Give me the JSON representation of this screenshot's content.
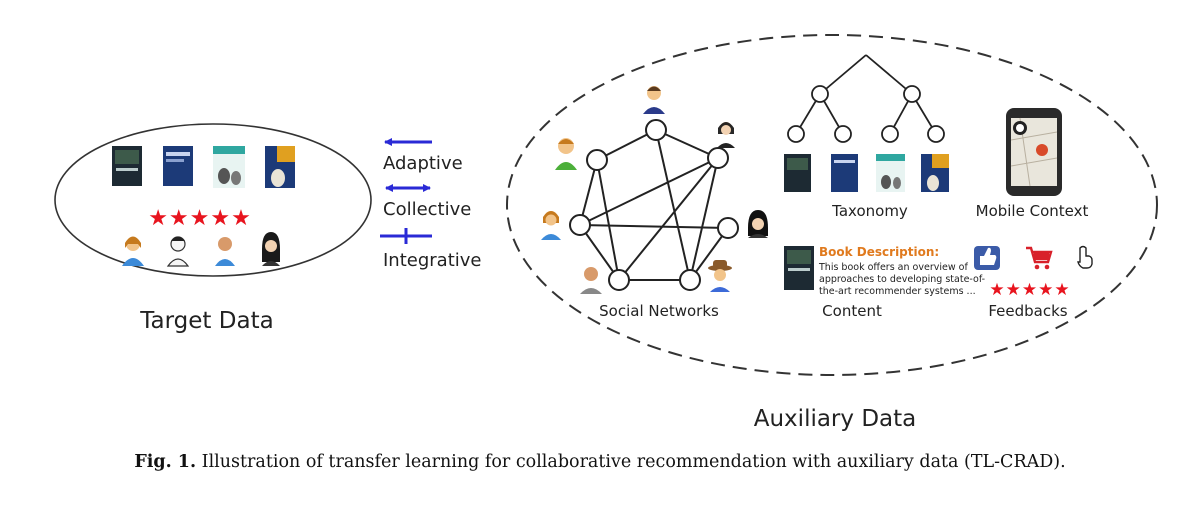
{
  "target": {
    "label": "Target Data",
    "rating": "★★★★★"
  },
  "methods": [
    {
      "label": "Adaptive"
    },
    {
      "label": "Collective"
    },
    {
      "label": "Integrative"
    }
  ],
  "auxiliary": {
    "label": "Auxiliary Data",
    "social_label": "Social Networks",
    "taxonomy_label": "Taxonomy",
    "mobile_label": "Mobile Context",
    "content_label": "Content",
    "feedbacks_label": "Feedbacks",
    "feedback_rating": "★★★★★",
    "book_description_title": "Book Description:",
    "book_description_lines": [
      "This book offers an overview of",
      "approaches to developing state-of-",
      "the-art recommender systems ..."
    ]
  },
  "caption": {
    "prefix": "Fig. 1.",
    "text": "Illustration of transfer learning for collaborative recommendation with auxiliary data (TL-CRAD)."
  },
  "colors": {
    "arrow": "#2a2ad6",
    "star": "#e8141e",
    "book_orange": "#e07a1e",
    "book_navy": "#1c3a78"
  }
}
